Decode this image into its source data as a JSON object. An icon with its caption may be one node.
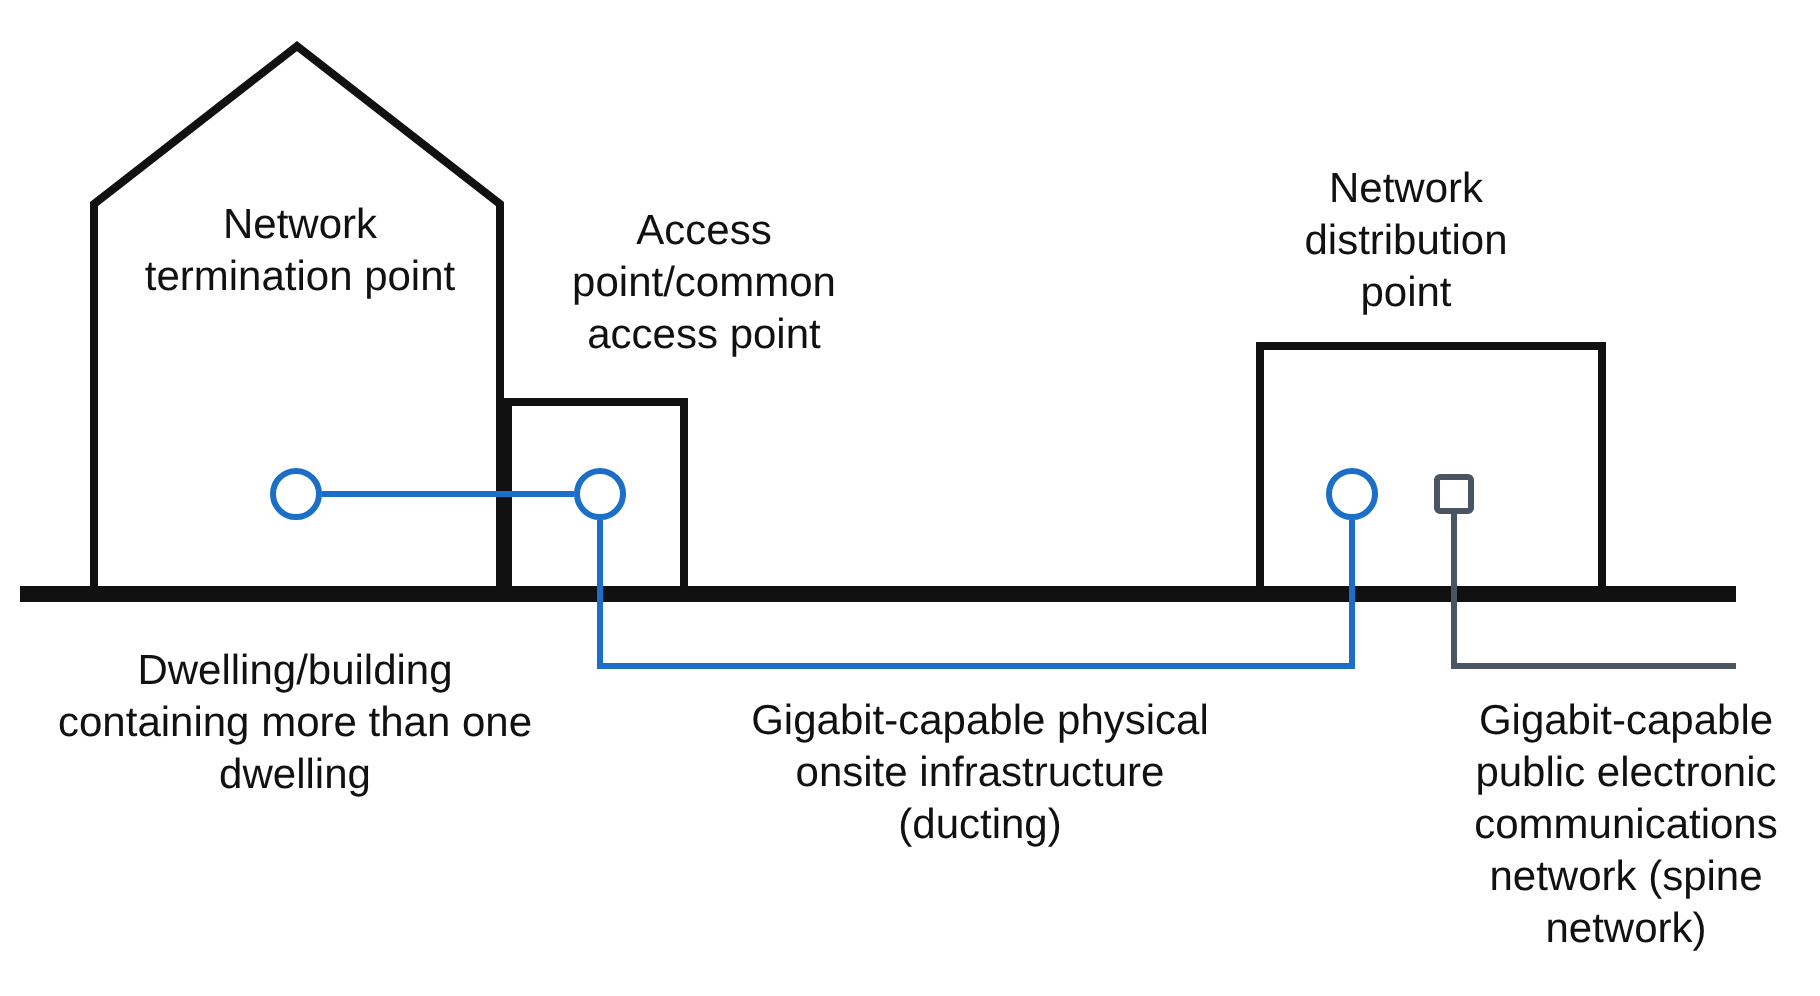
{
  "diagram": {
    "nodes": [
      {
        "text": [
          "Network termination point"
        ],
        "beside": [
          "Dwelling/building containing more than one dwelling"
        ]
      },
      {
        "text": [
          "Access point/common access point"
        ]
      },
      {
        "text": [
          "Network distribution point"
        ]
      },
      {
        "text": [],
        "shape": "circle",
        "in": 0
      },
      {
        "text": [],
        "shape": "circle",
        "in": 1
      },
      {
        "text": [],
        "shape": "circle",
        "in": 2
      },
      {
        "text": [],
        "shape": "box",
        "in": 2
      }
    ],
    "edges": [
      {
        "from": 3,
        "to": 4,
        "arrow": "none"
      },
      {
        "from": 4,
        "to": 5,
        "arrow": "none",
        "label": "Gigabit-capable physical onsite infrastructure (ducting)"
      },
      {
        "from": 6,
        "to": null,
        "arrow": "none",
        "color": "#4a5561",
        "label": "Gigabit-capable public electronic communications network (spine network)"
      }
    ]
  }
}
